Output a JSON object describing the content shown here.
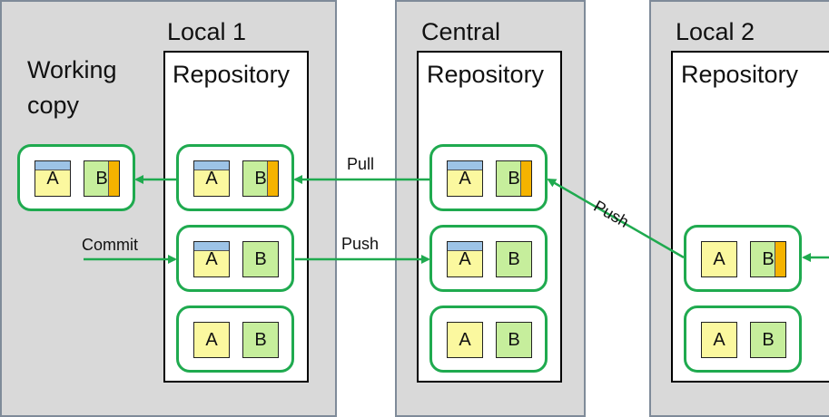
{
  "colors": {
    "panel_bg": "#d9d9d9",
    "panel_border": "#7f8b99",
    "commit_border": "#1faa4f",
    "arrow": "#1faa4f",
    "file_a": "#fbf89f",
    "file_b": "#c6ee9c",
    "modified_blue": "#9dc3e6",
    "modified_orange": "#f5b300"
  },
  "panels": {
    "local1": {
      "title": "Local 1",
      "repo_title": "Repository"
    },
    "central": {
      "title": "Central",
      "repo_title": "Repository"
    },
    "local2": {
      "title": "Local 2",
      "repo_title": "Repository"
    }
  },
  "working_copy": {
    "title": "Working copy"
  },
  "files": {
    "a": "A",
    "b": "B"
  },
  "arrows": {
    "pull": "Pull",
    "push_local1": "Push",
    "push_local2": "Push",
    "commit": "Commit"
  }
}
